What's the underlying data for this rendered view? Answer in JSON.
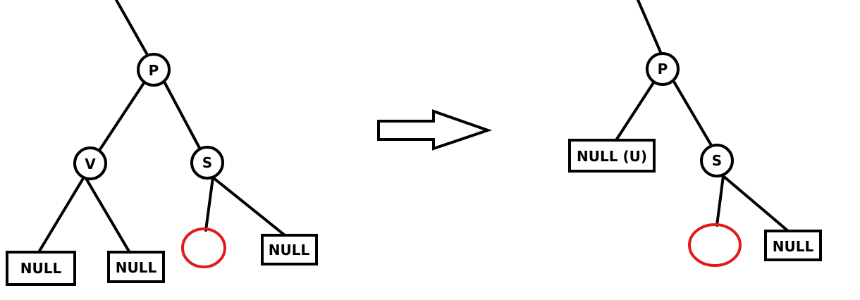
{
  "before": {
    "parent_label": "P",
    "v_label": "V",
    "sibling_label": "S",
    "null_left_label": "NULL",
    "null_right_label": "NULL",
    "sibling_right_null_label": "NULL"
  },
  "after": {
    "parent_label": "P",
    "u_null_label": "NULL (U)",
    "sibling_label": "S",
    "sibling_right_null_label": "NULL"
  },
  "colors": {
    "highlight": "#e01b1b",
    "stroke": "#000000"
  }
}
